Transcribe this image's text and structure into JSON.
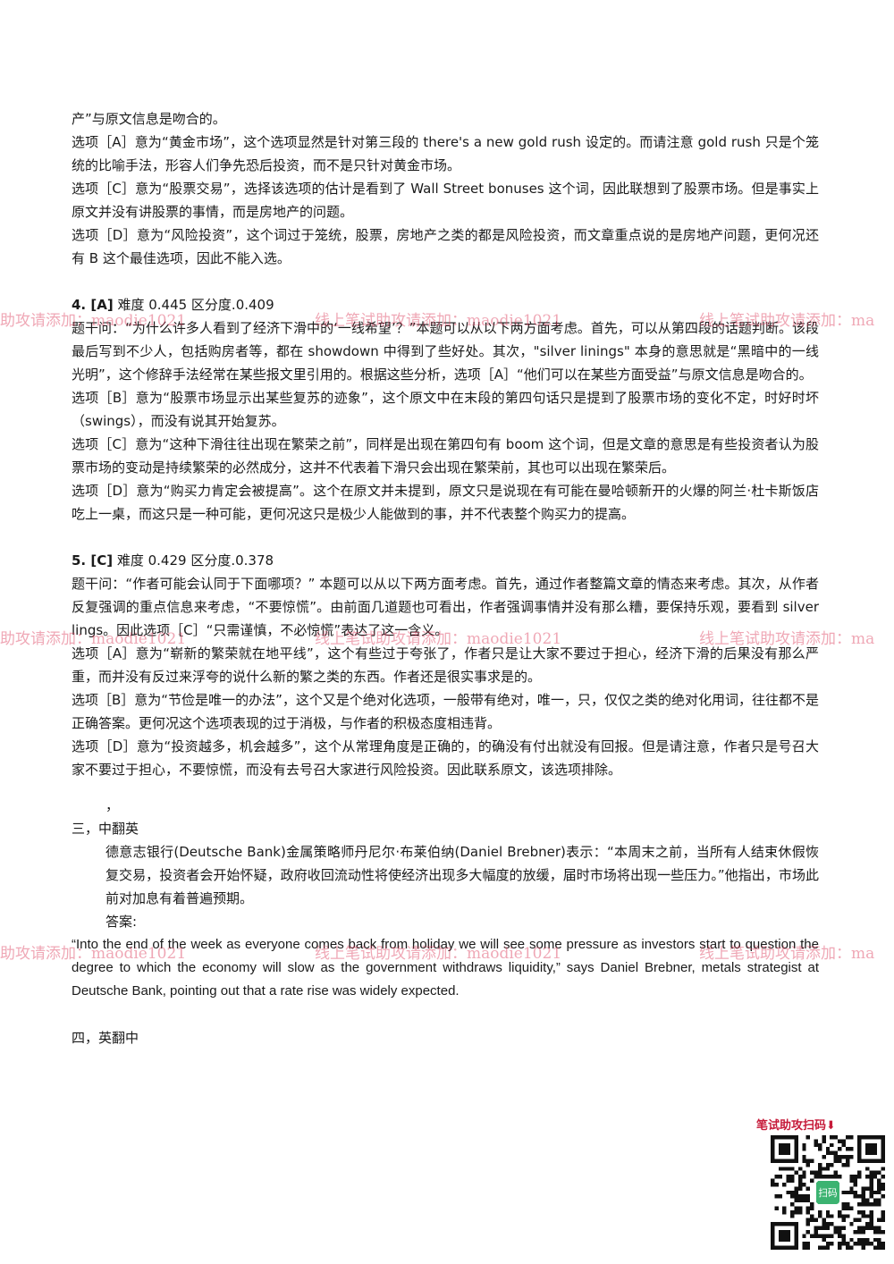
{
  "paragraphs_top": [
    "产”与原文信息是吻合的。",
    "选项［A］意为“黄金市场”，这个选项显然是针对第三段的 there's a new gold rush 设定的。而请注意 gold rush 只是个笼统的比喻手法，形容人们争先恐后投资，而不是只针对黄金市场。",
    "选项［C］意为“股票交易”，选择该选项的估计是看到了 Wall Street bonuses 这个词，因此联想到了股票市场。但是事实上原文并没有讲股票的事情，而是房地产的问题。",
    "选项［D］意为“风险投资”，这个词过于笼统，股票，房地产之类的都是风险投资，而文章重点说的是房地产问题，更何况还有 B 这个最佳选项，因此不能入选。"
  ],
  "q4": {
    "num": "4. [A]",
    "stats": " 难度 0.445  区分度.0.409",
    "paras": [
      "题干问：“为什么许多人看到了经济下滑中的‘一线希望’？”本题可以从以下两方面考虑。首先，可以从第四段的话题判断。该段最后写到不少人，包括购房者等，都在 showdown 中得到了些好处。其次，\"silver linings\" 本身的意思就是“黑暗中的一线光明”，这个修辞手法经常在某些报文里引用的。根据这些分析，选项［A］“他们可以在某些方面受益”与原文信息是吻合的。",
      "选项［B］意为“股票市场显示出某些复苏的迹象”，这个原文中在末段的第四句话只是提到了股票市场的变化不定，时好时坏（swings），而没有说其开始复苏。",
      "选项［C］意为“这种下滑往往出现在繁荣之前”，同样是出现在第四句有 boom 这个词，但是文章的意思是有些投资者认为股票市场的变动是持续繁荣的必然成分，这并不代表着下滑只会出现在繁荣前，其也可以出现在繁荣后。",
      "选项［D］意为“购买力肯定会被提高”。这个在原文并未提到，原文只是说现在有可能在曼哈顿新开的火爆的阿兰·杜卡斯饭店吃上一桌，而这只是一种可能，更何况这只是极少人能做到的事，并不代表整个购买力的提高。"
    ]
  },
  "q5": {
    "num": "5. [C]",
    "stats": " 难度 0.429 区分度.0.378",
    "paras": [
      "题干问：“作者可能会认同于下面哪项？” 本题可以从以下两方面考虑。首先，通过作者整篇文章的情态来考虑。其次，从作者反复强调的重点信息来考虑，“不要惊慌”。由前面几道题也可看出，作者强调事情并没有那么糟，要保持乐观，要看到 silver lings。因此选项［C］“只需谨慎，不必惊慌”表达了这一含义。",
      "选项［A］意为“崭新的繁荣就在地平线”，这个有些过于夸张了，作者只是让大家不要过于担心，经济下滑的后果没有那么严重，而并没有反过来浮夸的说什么新的繁之类的东西。作者还是很实事求是的。",
      "选项［B］意为“节俭是唯一的办法”，这个又是个绝对化选项，一般带有绝对，唯一，只，仅仅之类的绝对化用词，往往都不是正确答案。更何况这个选项表现的过于消极，与作者的积极态度相违背。",
      "选项［D］意为“投资越多，机会越多”，这个从常理角度是正确的，的确没有付出就没有回报。但是请注意，作者只是号召大家不要过于担心，不要惊慌，而没有去号召大家进行风险投资。因此联系原文，该选项排除。"
    ]
  },
  "stray_comma": "，",
  "section3": {
    "title": "三，中翻英",
    "source": "德意志银行(Deutsche Bank)金属策略师丹尼尔·布莱伯纳(Daniel Brebner)表示：“本周末之前，当所有人结束休假恢复交易，投资者会开始怀疑，政府收回流动性将使经济出现多大幅度的放缓，届时市场将出现一些压力。”他指出，市场此前对加息有着普遍预期。",
    "answer_label": "答案:",
    "answer": "“Into the end of the week as everyone comes back from holiday we will see some pressure as investors start to question the degree to which the economy will slow as the government withdraws liquidity,” says Daniel Brebner, metals strategist at Deutsche Bank, pointing out that a rate rise was widely expected."
  },
  "section4": {
    "title": "四，英翻中"
  },
  "watermark": {
    "text": "线上笔试助攻请添加：maodie1021",
    "left_fragment": "助攻请添加：maodie1021",
    "right_fragment": "线上笔试助攻请添加：ma"
  },
  "qr": {
    "label": "笔试助攻扫码⬇",
    "center_text": "扫码"
  },
  "colors": {
    "watermark": "#dc3c5a",
    "text": "#1a1a1a",
    "qr": "#111111",
    "qr_center": "#3cb371"
  }
}
